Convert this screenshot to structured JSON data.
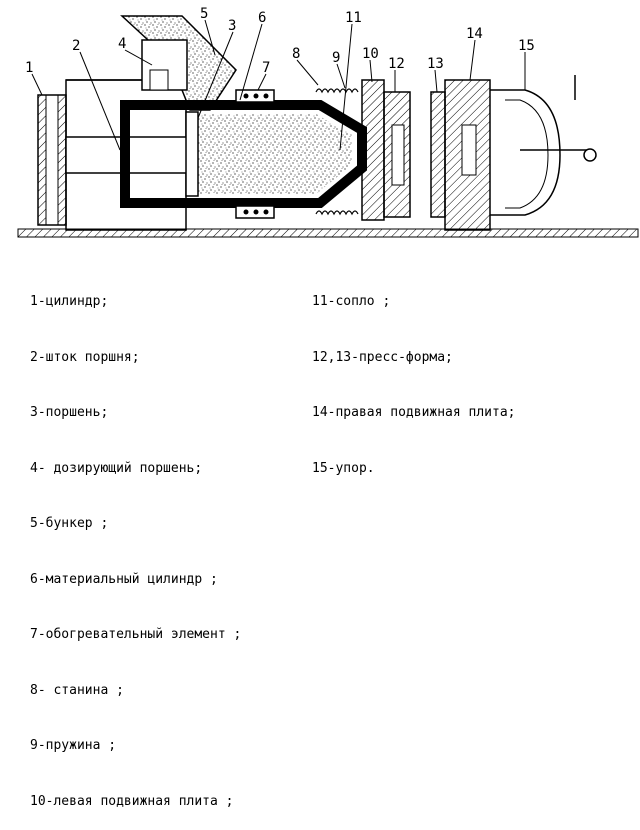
{
  "callouts": [
    "1",
    "2",
    "3",
    "4",
    "5",
    "6",
    "7",
    "8",
    "9",
    "10",
    "11",
    "12",
    "13",
    "14",
    "15"
  ],
  "legend_left": [
    "1-цилиндр;",
    "2-шток поршня;",
    "3-поршень;",
    "4- дозирующий поршень;",
    "5-бункер ;",
    "6-материальный цилиндр ;",
    "7-обогревательный элемент ;",
    "8- станина ;",
    "9-пружина ;",
    "10-левая подвижная плита ;"
  ],
  "legend_right": [
    "11-сопло ;",
    "12,13-пресс-форма;",
    "14-правая подвижная плита;",
    "15-упор."
  ]
}
